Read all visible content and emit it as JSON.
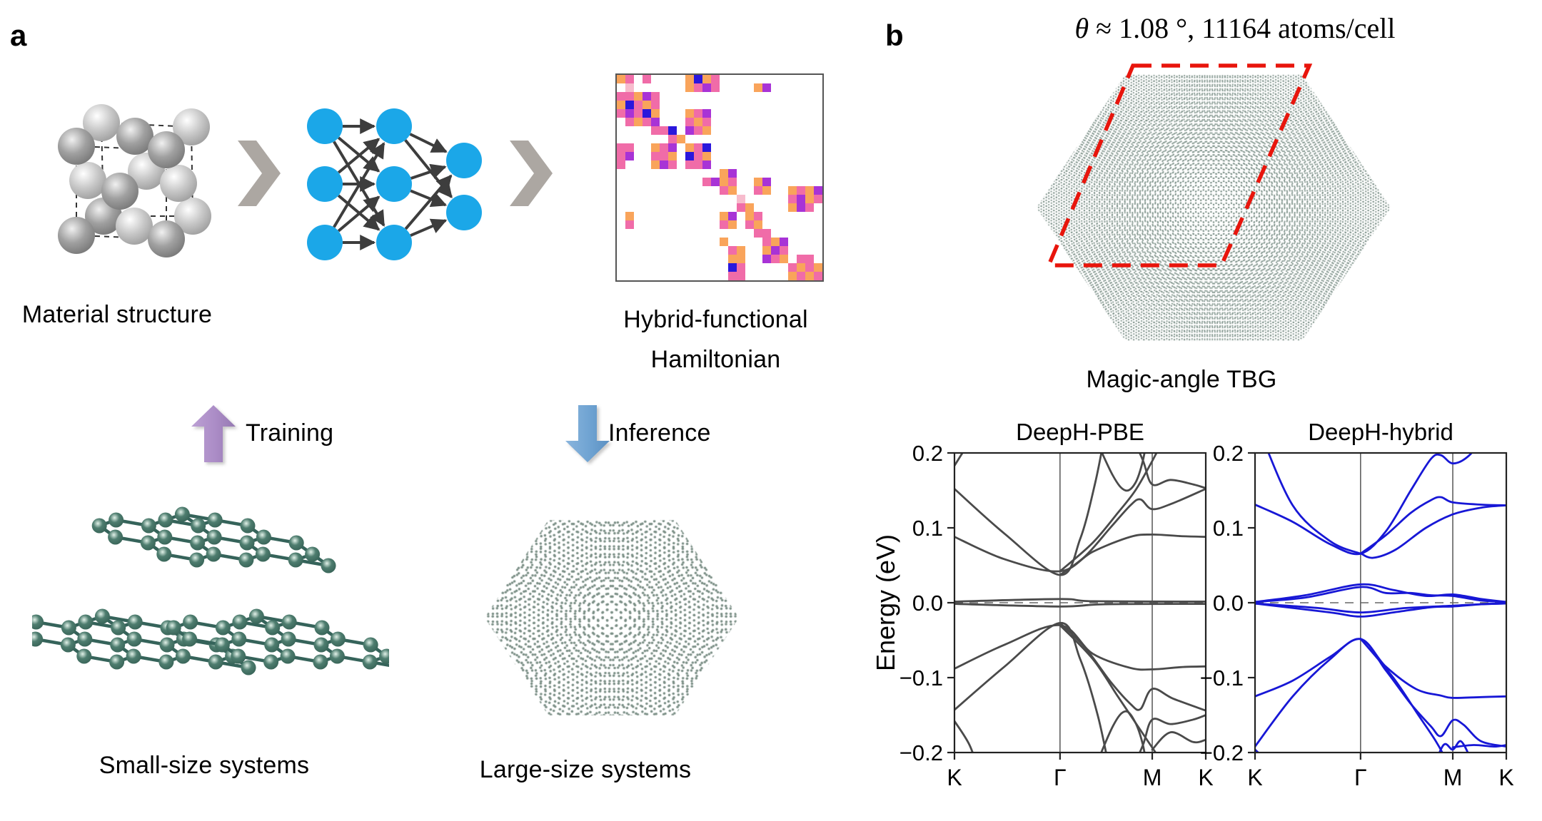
{
  "panel_a": {
    "label": "a",
    "material_structure_label": "Material structure",
    "hamiltonian_label_line1": "Hybrid-functional",
    "hamiltonian_label_line2": "Hamiltonian",
    "training_label": "Training",
    "inference_label": "Inference",
    "small_systems_label": "Small-size systems",
    "large_systems_label": "Large-size systems"
  },
  "panel_b": {
    "label": "b",
    "title_theta": "θ",
    "title_rest": " ≈ 1.08 °, 11164 atoms/cell",
    "tbg_label": "Magic-angle TBG"
  },
  "colors": {
    "nn_node_blue": "#1BA7E8",
    "nn_edge": "#3d3d3d",
    "chevron_gray": "#ACA7A2",
    "training_arrow_purple": "#AB8CC6",
    "inference_arrow_blue": "#6FA3D2",
    "flake_teal": "#35635A",
    "moire_dot": "#7B8F86",
    "tbg_dot": "#72887F",
    "red_cell_outline": "#E8150C",
    "pbe_band": "#4A4A4A",
    "hybrid_band": "#1717D6",
    "sphere_gray": "#9A9A9A"
  },
  "hamiltonian_matrix": {
    "size": 24,
    "palette": {
      "p": "#F06CA8",
      "o": "#F9A45B",
      "m": "#A833D6",
      "b": "#2A17DC",
      "l": "#F7BCCD",
      ".": "#FFFFFF"
    },
    "rows": [
      "op.p....obop............",
      ".l......opmp....om......",
      "ppomp...................",
      "obpop...................",
      "pmpbo...opm.............",
      ".popm...pop.............",
      "....ppb.mpo.............",
      "......po................",
      "pp..opm.opb.............",
      "pm..ppo.bpo.............",
      "p...omp.ppm.............",
      "............om..........",
      "..........pmop..om......",
      "............po..po..opom",
      "..............l.....pmop",
      "..............po....omp.",
      ".o..........om.op.......",
      ".p..........po.po.......",
      "................pp......",
      "............o....pom....",
      ".............po..omp....",
      ".............oo..mpo.pp.",
      ".............bp.....popo",
      ".............pp.....opop"
    ]
  },
  "chart_data": [
    {
      "type": "line",
      "title": "DeepH-PBE",
      "ylabel": "Energy (eV)",
      "ylim": [
        -0.2,
        0.2
      ],
      "yticks": [
        "0.2",
        "0.1",
        "0.0",
        "-0.1",
        "-0.2"
      ],
      "ytick_values": [
        0.2,
        0.1,
        0.0,
        -0.1,
        -0.2
      ],
      "xtick_labels": [
        "K",
        "Γ",
        "M",
        "K"
      ],
      "xtick_positions": [
        0,
        0.42,
        0.787,
        1
      ],
      "zero_dashed_line": true,
      "line_color": "#4A4A4A",
      "series": [
        {
          "name": "upper-1",
          "points": [
            [
              0,
              0.183
            ],
            [
              0.05,
              0.21
            ],
            [
              0.08,
              0.228
            ]
          ]
        },
        {
          "name": "upper-dirac",
          "points": [
            [
              0,
              0.152
            ],
            [
              0.2,
              0.092
            ],
            [
              0.42,
              0.037
            ],
            [
              0.5,
              0.085
            ],
            [
              0.56,
              0.16
            ],
            [
              0.6,
              0.228
            ]
          ]
        },
        {
          "name": "upper-3",
          "points": [
            [
              0,
              0.088
            ],
            [
              0.2,
              0.058
            ],
            [
              0.42,
              0.042
            ],
            [
              0.55,
              0.068
            ],
            [
              0.7,
              0.088
            ],
            [
              0.787,
              0.091
            ],
            [
              0.9,
              0.089
            ],
            [
              1,
              0.088
            ]
          ]
        },
        {
          "name": "upper-4",
          "points": [
            [
              0.42,
              0.037
            ],
            [
              0.52,
              0.062
            ],
            [
              0.62,
              0.1
            ],
            [
              0.7,
              0.13
            ],
            [
              0.74,
              0.138
            ],
            [
              0.787,
              0.125
            ],
            [
              0.87,
              0.133
            ],
            [
              1,
              0.152
            ]
          ]
        },
        {
          "name": "upper-5",
          "points": [
            [
              0.42,
              0.042
            ],
            [
              0.55,
              0.08
            ],
            [
              0.65,
              0.12
            ],
            [
              0.72,
              0.15
            ],
            [
              0.78,
              0.185
            ],
            [
              0.82,
              0.21
            ],
            [
              0.85,
              0.228
            ]
          ]
        },
        {
          "name": "upper-6",
          "points": [
            [
              0.55,
              0.228
            ],
            [
              0.63,
              0.17
            ],
            [
              0.68,
              0.15
            ],
            [
              0.72,
              0.16
            ],
            [
              0.75,
              0.19
            ],
            [
              0.77,
              0.228
            ]
          ]
        },
        {
          "name": "upper-7",
          "points": [
            [
              0.7,
              0.228
            ],
            [
              0.75,
              0.19
            ],
            [
              0.787,
              0.158
            ],
            [
              0.86,
              0.164
            ],
            [
              0.95,
              0.158
            ],
            [
              1,
              0.153
            ]
          ]
        },
        {
          "name": "flat-1",
          "points": [
            [
              0,
              0.0015
            ],
            [
              0.42,
              0.005
            ],
            [
              0.55,
              0.002
            ],
            [
              1,
              0.0015
            ]
          ]
        },
        {
          "name": "flat-2",
          "points": [
            [
              0,
              -0.0015
            ],
            [
              0.42,
              -0.005
            ],
            [
              0.6,
              -0.002
            ],
            [
              1,
              -0.0015
            ]
          ]
        },
        {
          "name": "lower-1",
          "points": [
            [
              0,
              -0.158
            ],
            [
              0.06,
              -0.19
            ],
            [
              0.1,
              -0.228
            ]
          ]
        },
        {
          "name": "lower-dirac",
          "points": [
            [
              0,
              -0.143
            ],
            [
              0.2,
              -0.085
            ],
            [
              0.42,
              -0.027
            ],
            [
              0.5,
              -0.075
            ],
            [
              0.57,
              -0.15
            ],
            [
              0.62,
              -0.228
            ]
          ]
        },
        {
          "name": "lower-3",
          "points": [
            [
              0,
              -0.088
            ],
            [
              0.2,
              -0.056
            ],
            [
              0.42,
              -0.03
            ],
            [
              0.55,
              -0.068
            ],
            [
              0.7,
              -0.087
            ],
            [
              0.787,
              -0.089
            ],
            [
              0.9,
              -0.086
            ],
            [
              1,
              -0.085
            ]
          ]
        },
        {
          "name": "lower-4",
          "points": [
            [
              0.42,
              -0.027
            ],
            [
              0.52,
              -0.06
            ],
            [
              0.62,
              -0.105
            ],
            [
              0.7,
              -0.135
            ],
            [
              0.74,
              -0.142
            ],
            [
              0.787,
              -0.115
            ],
            [
              0.87,
              -0.128
            ],
            [
              1,
              -0.144
            ]
          ]
        },
        {
          "name": "lower-5",
          "points": [
            [
              0.42,
              -0.03
            ],
            [
              0.55,
              -0.075
            ],
            [
              0.65,
              -0.125
            ],
            [
              0.72,
              -0.16
            ],
            [
              0.78,
              -0.19
            ],
            [
              0.82,
              -0.21
            ],
            [
              0.85,
              -0.228
            ]
          ]
        },
        {
          "name": "lower-6",
          "points": [
            [
              0.55,
              -0.228
            ],
            [
              0.63,
              -0.165
            ],
            [
              0.68,
              -0.145
            ],
            [
              0.72,
              -0.16
            ],
            [
              0.75,
              -0.19
            ],
            [
              0.77,
              -0.228
            ]
          ]
        },
        {
          "name": "lower-7",
          "points": [
            [
              0.787,
              -0.196
            ],
            [
              0.86,
              -0.173
            ],
            [
              0.95,
              -0.186
            ],
            [
              1,
              -0.183
            ]
          ]
        },
        {
          "name": "lower-8",
          "points": [
            [
              0.7,
              -0.228
            ],
            [
              0.75,
              -0.19
            ],
            [
              0.787,
              -0.156
            ],
            [
              0.86,
              -0.162
            ],
            [
              0.95,
              -0.156
            ],
            [
              1,
              -0.15
            ]
          ]
        }
      ]
    },
    {
      "type": "line",
      "title": "DeepH-hybrid",
      "ylabel": "",
      "ylim": [
        -0.2,
        0.2
      ],
      "yticks": [
        "0.2",
        "0.1",
        "0.0",
        "-0.1",
        "-0.2"
      ],
      "ytick_values": [
        0.2,
        0.1,
        0.0,
        -0.1,
        -0.2
      ],
      "xtick_labels": [
        "K",
        "Γ",
        "M",
        "K"
      ],
      "xtick_positions": [
        0,
        0.42,
        0.787,
        1
      ],
      "zero_dashed_line": true,
      "line_color": "#1717D6",
      "series": [
        {
          "name": "upper-steep",
          "points": [
            [
              0.02,
              0.228
            ],
            [
              0.15,
              0.13
            ],
            [
              0.3,
              0.082
            ],
            [
              0.42,
              0.0655
            ]
          ]
        },
        {
          "name": "upper-1",
          "points": [
            [
              0,
              0.131
            ],
            [
              0.15,
              0.108
            ],
            [
              0.3,
              0.078
            ],
            [
              0.42,
              0.0655
            ],
            [
              0.52,
              0.095
            ],
            [
              0.62,
              0.15
            ],
            [
              0.7,
              0.192
            ],
            [
              0.74,
              0.197
            ],
            [
              0.787,
              0.186
            ],
            [
              0.85,
              0.196
            ],
            [
              0.93,
              0.228
            ]
          ]
        },
        {
          "name": "upper-2",
          "points": [
            [
              0.42,
              0.0655
            ],
            [
              0.52,
              0.09
            ],
            [
              0.62,
              0.12
            ],
            [
              0.7,
              0.137
            ],
            [
              0.74,
              0.141
            ],
            [
              0.787,
              0.134
            ],
            [
              0.9,
              0.131
            ],
            [
              1,
              0.13
            ]
          ]
        },
        {
          "name": "upper-3",
          "points": [
            [
              0.42,
              0.066
            ],
            [
              0.47,
              0.06
            ],
            [
              0.56,
              0.071
            ],
            [
              0.68,
              0.1
            ],
            [
              0.787,
              0.118
            ],
            [
              0.9,
              0.127
            ],
            [
              1,
              0.13
            ]
          ]
        },
        {
          "name": "flat-1",
          "points": [
            [
              0,
              0.001
            ],
            [
              0.2,
              0.01
            ],
            [
              0.42,
              0.0245
            ],
            [
              0.55,
              0.017
            ],
            [
              0.68,
              0.009
            ],
            [
              0.787,
              0.011
            ],
            [
              0.9,
              0.005
            ],
            [
              1,
              0.001
            ]
          ]
        },
        {
          "name": "flat-2",
          "points": [
            [
              0,
              0.001
            ],
            [
              0.2,
              0.007
            ],
            [
              0.42,
              0.021
            ],
            [
              0.52,
              0.013
            ],
            [
              0.62,
              0.013
            ],
            [
              0.7,
              0.01
            ],
            [
              0.787,
              0.009
            ],
            [
              0.9,
              0.003
            ],
            [
              1,
              0.001
            ]
          ]
        },
        {
          "name": "flat-3",
          "points": [
            [
              0,
              -0.001
            ],
            [
              0.25,
              -0.007
            ],
            [
              0.42,
              -0.013
            ],
            [
              0.6,
              -0.007
            ],
            [
              0.787,
              -0.004
            ],
            [
              0.9,
              -0.002
            ],
            [
              1,
              -0.001
            ]
          ]
        },
        {
          "name": "flat-4",
          "points": [
            [
              0,
              -0.001
            ],
            [
              0.3,
              -0.013
            ],
            [
              0.42,
              -0.0185
            ],
            [
              0.55,
              -0.013
            ],
            [
              0.7,
              -0.006
            ],
            [
              0.787,
              -0.005
            ],
            [
              0.9,
              -0.002
            ],
            [
              1,
              -0.001
            ]
          ]
        },
        {
          "name": "lower-1",
          "points": [
            [
              0,
              -0.125
            ],
            [
              0.15,
              -0.104
            ],
            [
              0.3,
              -0.072
            ],
            [
              0.42,
              -0.0485
            ],
            [
              0.52,
              -0.085
            ],
            [
              0.64,
              -0.115
            ],
            [
              0.74,
              -0.124
            ],
            [
              0.787,
              -0.127
            ],
            [
              0.9,
              -0.126
            ],
            [
              1,
              -0.125
            ]
          ]
        },
        {
          "name": "lower-2",
          "points": [
            [
              0,
              -0.192
            ],
            [
              0.15,
              -0.125
            ],
            [
              0.3,
              -0.075
            ],
            [
              0.42,
              -0.0485
            ],
            [
              0.52,
              -0.09
            ],
            [
              0.62,
              -0.135
            ],
            [
              0.7,
              -0.165
            ],
            [
              0.74,
              -0.178
            ],
            [
              0.787,
              -0.157
            ],
            [
              0.83,
              -0.163
            ],
            [
              0.9,
              -0.185
            ],
            [
              1,
              -0.192
            ]
          ]
        },
        {
          "name": "lower-3",
          "points": [
            [
              0.42,
              -0.048
            ],
            [
              0.55,
              -0.1
            ],
            [
              0.65,
              -0.15
            ],
            [
              0.72,
              -0.185
            ],
            [
              0.76,
              -0.21
            ],
            [
              0.78,
              -0.228
            ]
          ]
        },
        {
          "name": "lower-4",
          "points": [
            [
              0.7,
              -0.228
            ],
            [
              0.75,
              -0.19
            ],
            [
              0.787,
              -0.196
            ],
            [
              0.82,
              -0.185
            ],
            [
              0.86,
              -0.21
            ],
            [
              0.88,
              -0.228
            ]
          ]
        },
        {
          "name": "lower-5",
          "points": [
            [
              0.787,
              -0.193
            ],
            [
              0.87,
              -0.19
            ],
            [
              0.95,
              -0.192
            ],
            [
              1,
              -0.19
            ]
          ]
        },
        {
          "name": "lower-6",
          "points": [
            [
              0,
              -0.196
            ],
            [
              0.04,
              -0.21
            ],
            [
              0.06,
              -0.228
            ]
          ]
        }
      ]
    }
  ]
}
